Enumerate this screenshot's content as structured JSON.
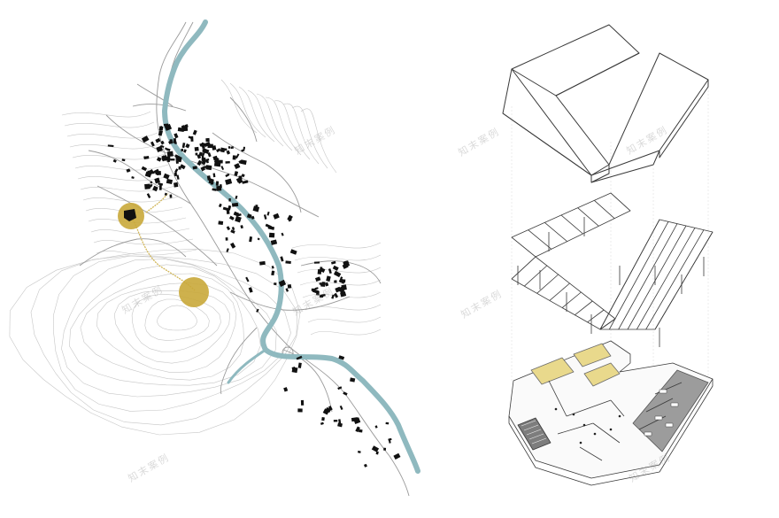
{
  "colors": {
    "background": "#ffffff",
    "river": "#8fb9bf",
    "highlight": "#c9a93a",
    "path": "#d1b658",
    "buildings": "#111111",
    "roads": "#9a9a9a",
    "contours": "#c6c6c6",
    "axon_line": "#3a3a3a",
    "roof_panel": "#e9d98c",
    "floor_grey": "#9c9c9c"
  },
  "icons": {
    "highlight_site_1": "circle",
    "highlight_site_2": "circle"
  },
  "watermark": "知末案例"
}
